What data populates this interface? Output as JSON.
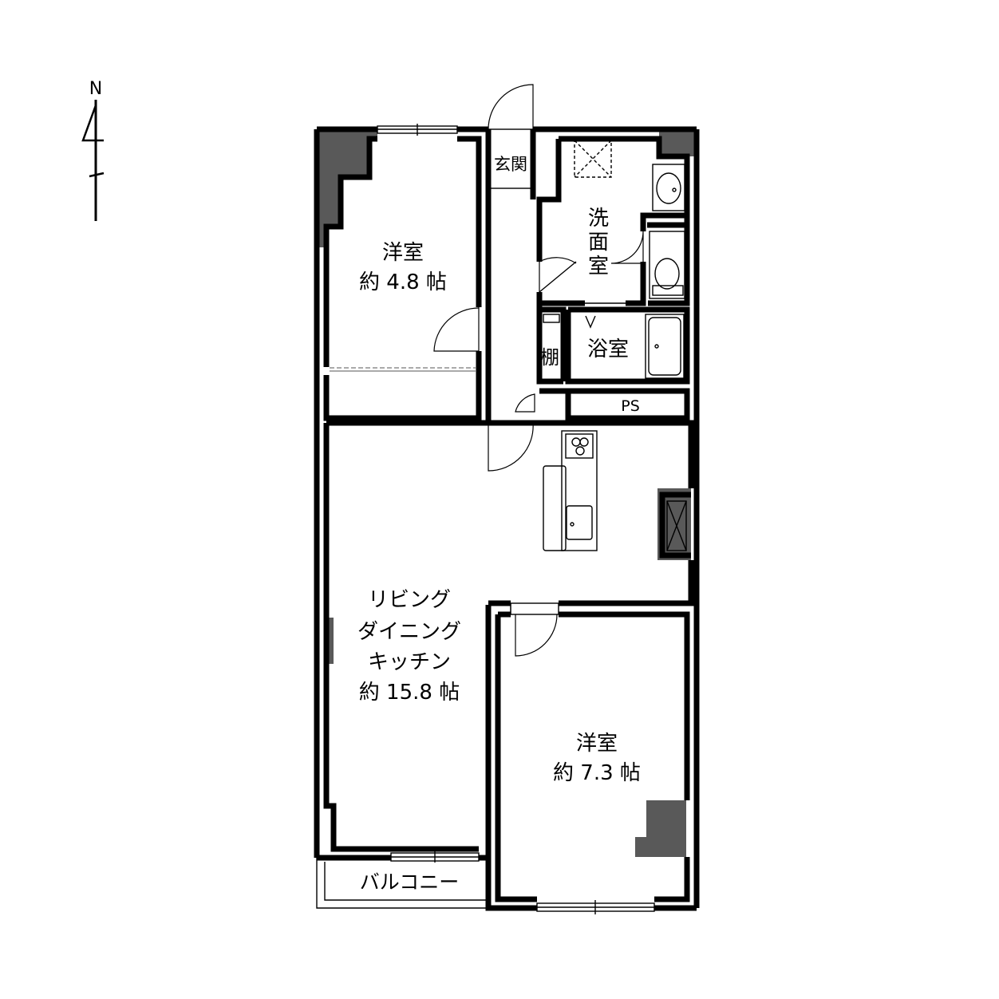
{
  "compass": {
    "label": "N"
  },
  "rooms": {
    "western_north": {
      "name": "洋室",
      "size": "約 4.8 帖"
    },
    "entrance": {
      "name": "玄関"
    },
    "washroom": {
      "line1": "洗",
      "line2": "面",
      "line3": "室"
    },
    "bathroom": {
      "name": "浴室"
    },
    "shelf": {
      "name": "棚"
    },
    "ps": {
      "name": "PS"
    },
    "ldk": {
      "line1": "リビング",
      "line2": "ダイニング",
      "line3": "キッチン",
      "size": "約 15.8 帖"
    },
    "western_south": {
      "name": "洋室",
      "size": "約 7.3 帖"
    },
    "balcony": {
      "name": "バルコニー"
    }
  },
  "colors": {
    "wall": "#000000",
    "pillar": "#595959",
    "background": "#ffffff"
  }
}
